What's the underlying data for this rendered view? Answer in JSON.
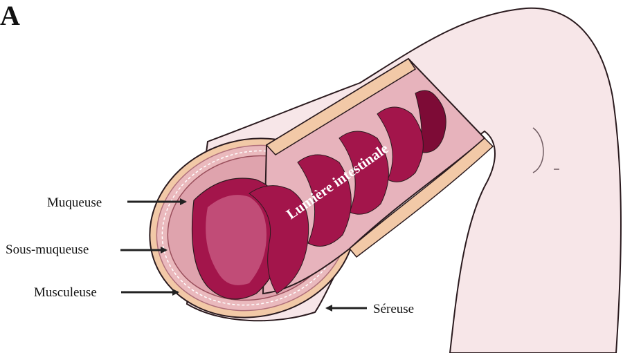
{
  "figure": {
    "panel_letter": "A",
    "lumen_label": "Lumière intestinale",
    "labels": {
      "mucosa": "Muqueuse",
      "submucosa": "Sous-muqueuse",
      "muscularis": "Musculeuse",
      "serosa": "Séreuse"
    }
  },
  "colors": {
    "tube_outer": "#f7e6e8",
    "serosa_layer": "#f2c9a7",
    "muscle_layer": "#eab9bd",
    "mucosa_bg": "#dfa3ad",
    "folds": "#a3154b",
    "folds_dark": "#7d0b36",
    "folds_light": "#c14c77",
    "arrow": "#222222"
  }
}
